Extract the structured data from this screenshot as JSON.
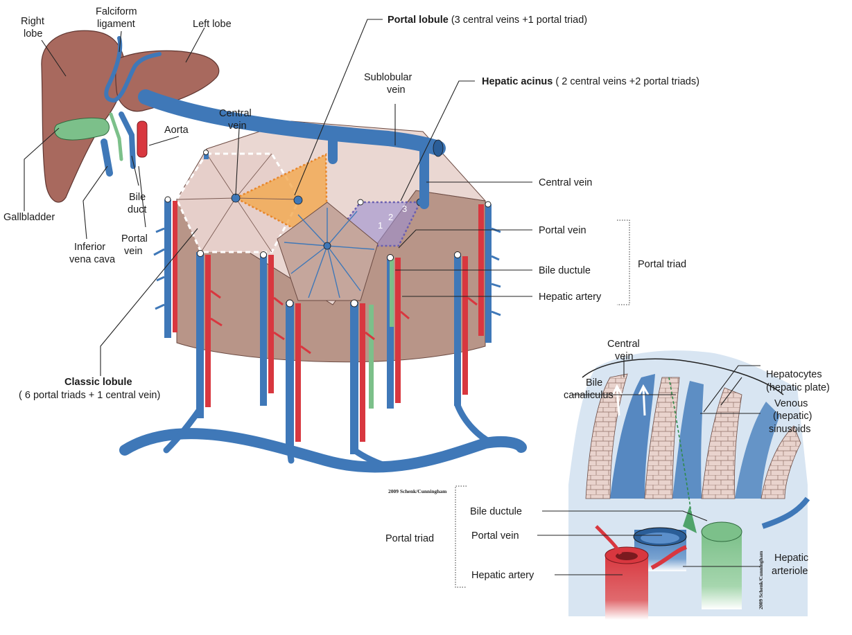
{
  "colors": {
    "liver": "#a8695e",
    "liver_dark": "#8a4f46",
    "lobule_top": "#ead7d2",
    "lobule_side": "#b89588",
    "vein_blue": "#3f78b8",
    "artery_red": "#d8373f",
    "bile_green": "#7cc08a",
    "portal_lobule": "#f2a64a",
    "hepatic_acinus": "#9b8fd0"
  },
  "liver_figure": {
    "labels": {
      "right_lobe_1": "Right",
      "right_lobe_2": "lobe",
      "falciform_1": "Falciform",
      "falciform_2": "ligament",
      "left_lobe": "Left lobe",
      "aorta": "Aorta",
      "gallbladder": "Gallbladder",
      "bile_duct_1": "Bile",
      "bile_duct_2": "duct",
      "portal_vein_1": "Portal",
      "portal_vein_2": "vein",
      "ivc_1": "Inferior",
      "ivc_2": "vena cava"
    }
  },
  "lobule_figure": {
    "labels": {
      "portal_lobule_bold": "Portal lobule",
      "portal_lobule_rest": " (3 central veins +1 portal triad)",
      "sublobular_1": "Sublobular",
      "sublobular_2": "vein",
      "hepatic_acinus_bold": "Hepatic acinus",
      "hepatic_acinus_rest": " ( 2 central veins +2 portal triads)",
      "central_vein_left_1": "Central",
      "central_vein_left_2": "vein",
      "central_vein_right": "Central vein",
      "portal_vein": "Portal vein",
      "bile_ductule": "Bile ductule",
      "hepatic_artery": "Hepatic artery",
      "portal_triad": "Portal triad",
      "classic_lobule_bold": "Classic lobule",
      "classic_lobule_rest": "( 6 portal triads + 1 central vein)",
      "zone_1": "1",
      "zone_2": "2",
      "zone_3": "3"
    },
    "signature": "2009 Schenk/Cunningham"
  },
  "detail_figure": {
    "labels": {
      "central_vein_1": "Central",
      "central_vein_2": "vein",
      "hepatocytes_1": "Hepatocytes",
      "hepatocytes_2": "(hepatic plate)",
      "bile_canaliculus_1": "Bile",
      "bile_canaliculus_2": "canaliculus",
      "venous_1": "Venous",
      "venous_2": "(hepatic)",
      "venous_3": "sinusoids",
      "bile_ductule": "Bile ductule",
      "portal_vein": "Portal vein",
      "hepatic_artery": "Hepatic artery",
      "portal_triad": "Portal triad",
      "hepatic_arteriole_1": "Hepatic",
      "hepatic_arteriole_2": "arteriole"
    },
    "signature": "2009 Schenk/Cunningham"
  }
}
